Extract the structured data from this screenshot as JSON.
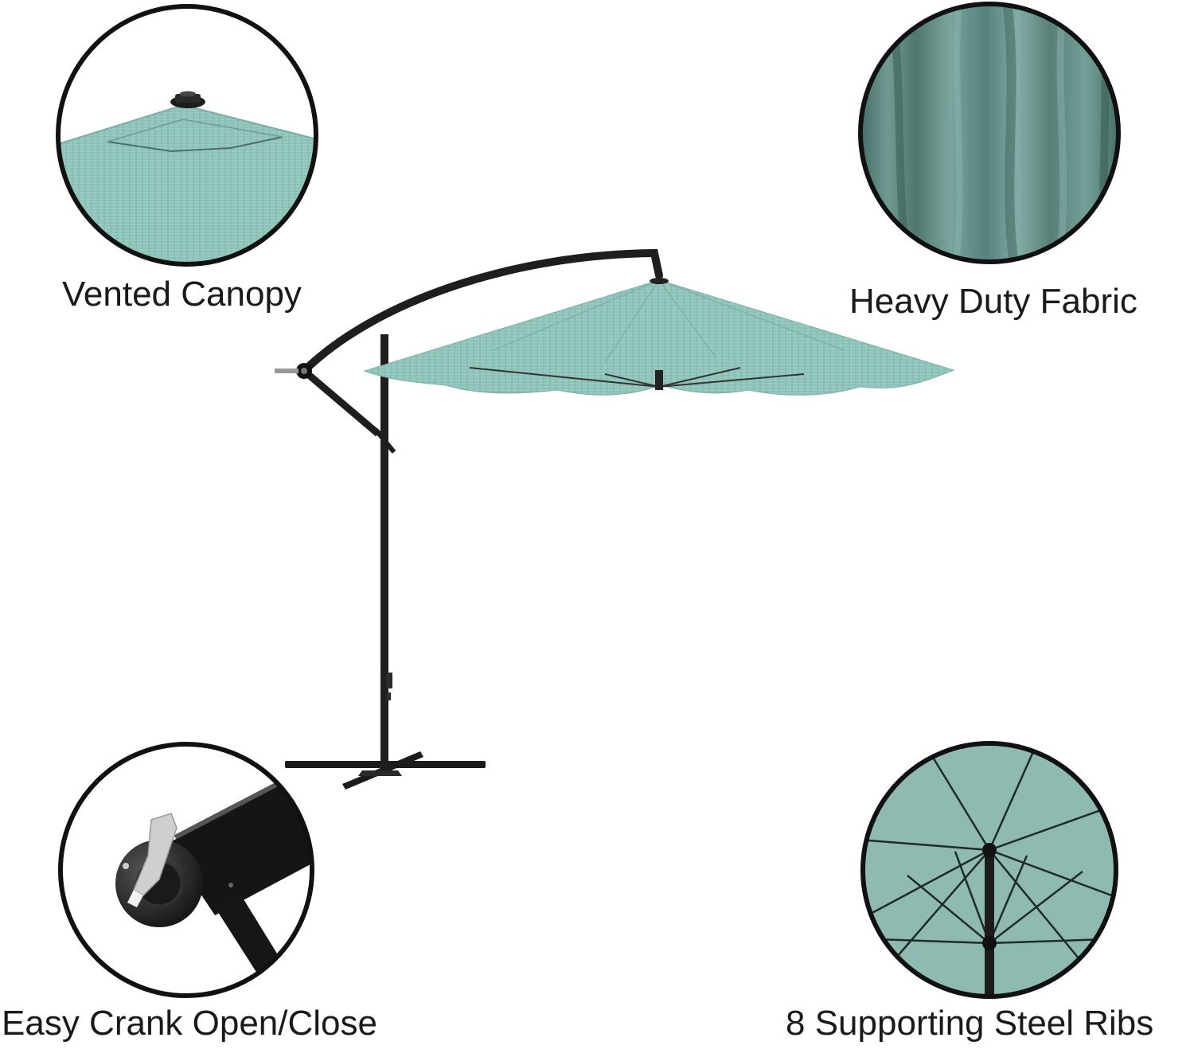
{
  "colors": {
    "canopy": "#8dc2b8",
    "canopy_dark": "#5f8f86",
    "frame": "#1f1f1f",
    "fabric": "#5f8a82",
    "crank_handle": "#d9d9d9"
  },
  "features": {
    "vented": {
      "label": "Vented Canopy",
      "icon": "canopy-vent-closeup"
    },
    "fabric": {
      "label": "Heavy Duty Fabric",
      "icon": "fabric-closeup"
    },
    "crank": {
      "label": "Easy Crank Open/Close",
      "icon": "crank-closeup"
    },
    "ribs": {
      "label": "8 Supporting Steel Ribs",
      "icon": "ribs-closeup"
    }
  },
  "product": {
    "name": "offset-cantilever-patio-umbrella"
  }
}
